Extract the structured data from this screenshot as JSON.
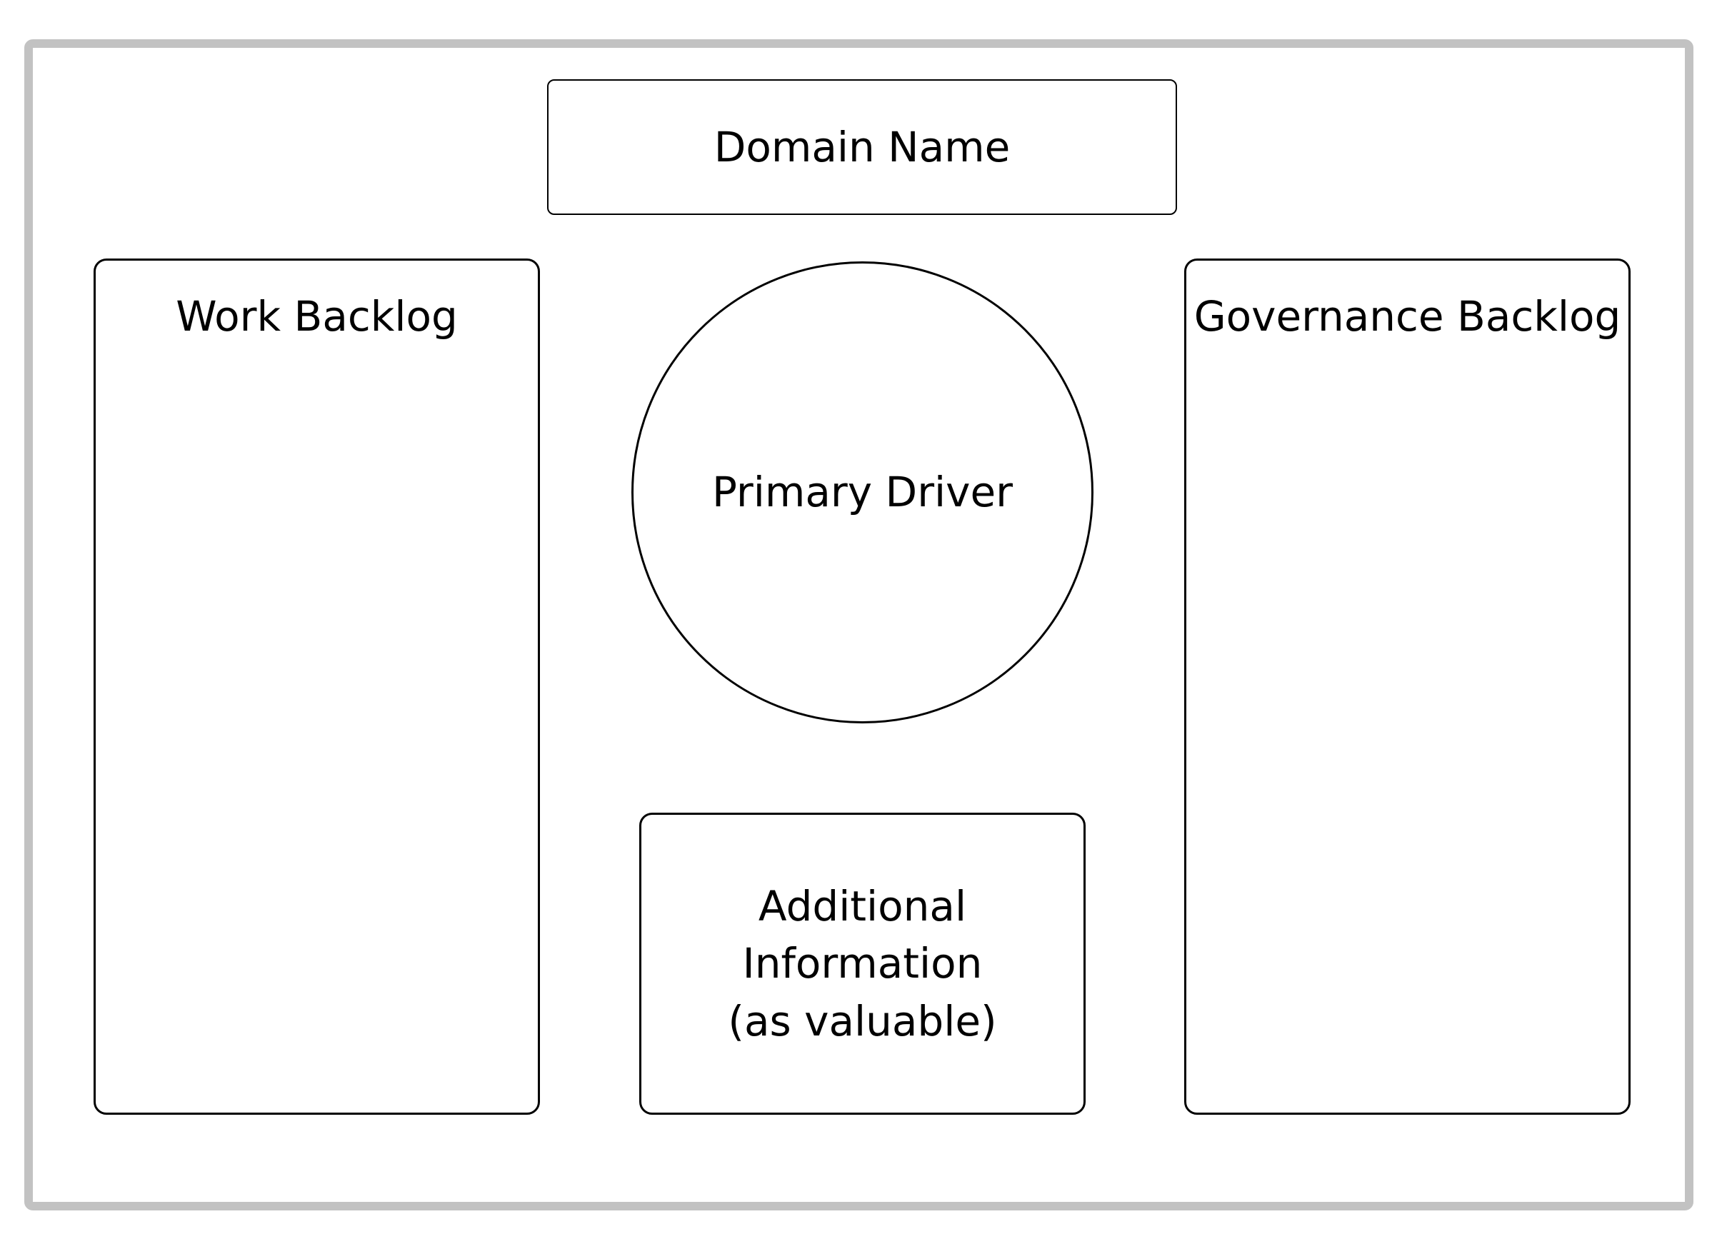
{
  "diagram": {
    "domain_name": "Domain Name",
    "work_backlog": "Work Backlog",
    "primary_driver": "Primary Driver",
    "governance_backlog": "Governance Backlog",
    "additional_information": "Additional Information (as valuable)"
  },
  "colors": {
    "frame_border": "#c2c2c2",
    "shape_stroke": "#000000",
    "background": "#ffffff"
  }
}
